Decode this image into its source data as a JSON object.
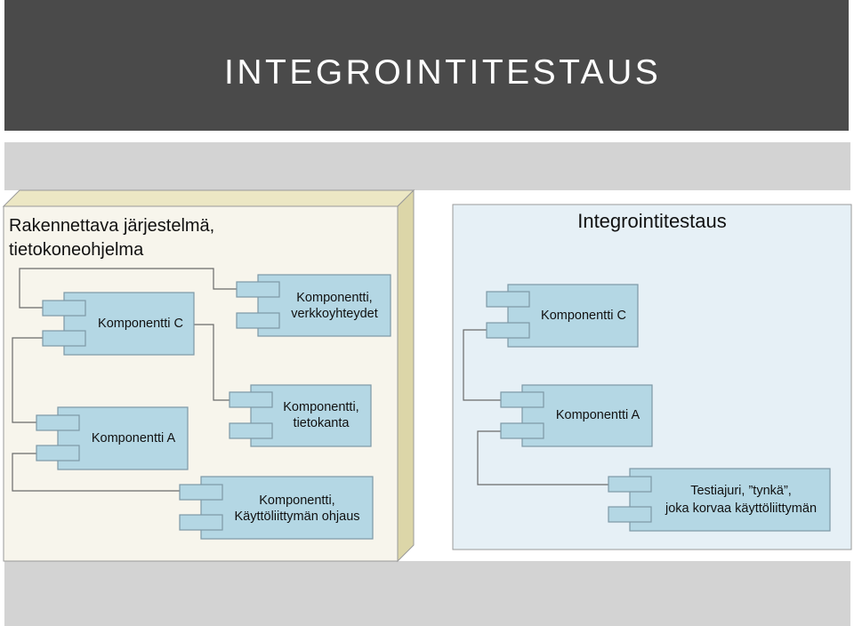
{
  "slide": {
    "title": "INTEGROINTITESTAUS"
  },
  "system_box": {
    "title_line1": "Rakennettava järjestelmä,",
    "title_line2": "tietokoneohjelma",
    "components": {
      "c": {
        "line1": "Komponentti C"
      },
      "network": {
        "line1": "Komponentti,",
        "line2": "verkkoyhteydet"
      },
      "database": {
        "line1": "Komponentti,",
        "line2": "tietokanta"
      },
      "a": {
        "line1": "Komponentti A"
      },
      "ui": {
        "line1": "Komponentti,",
        "line2": "Käyttöliittymän ohjaus"
      }
    }
  },
  "test_box": {
    "title": "Integrointitestaus",
    "components": {
      "c": {
        "line1": "Komponentti C"
      },
      "a": {
        "line1": "Komponentti A"
      },
      "driver": {
        "line1": "Testiajuri, ”tynkä”,",
        "line2": "joka korvaa käyttöliittymän"
      }
    }
  },
  "colors": {
    "header_bg": "#4a4a4a",
    "band": "#d3d3d3",
    "system_face": "#f7f5ec",
    "system_side": "#dcd6a8",
    "test_face": "#e6f0f6",
    "component": "#b4d7e4"
  }
}
